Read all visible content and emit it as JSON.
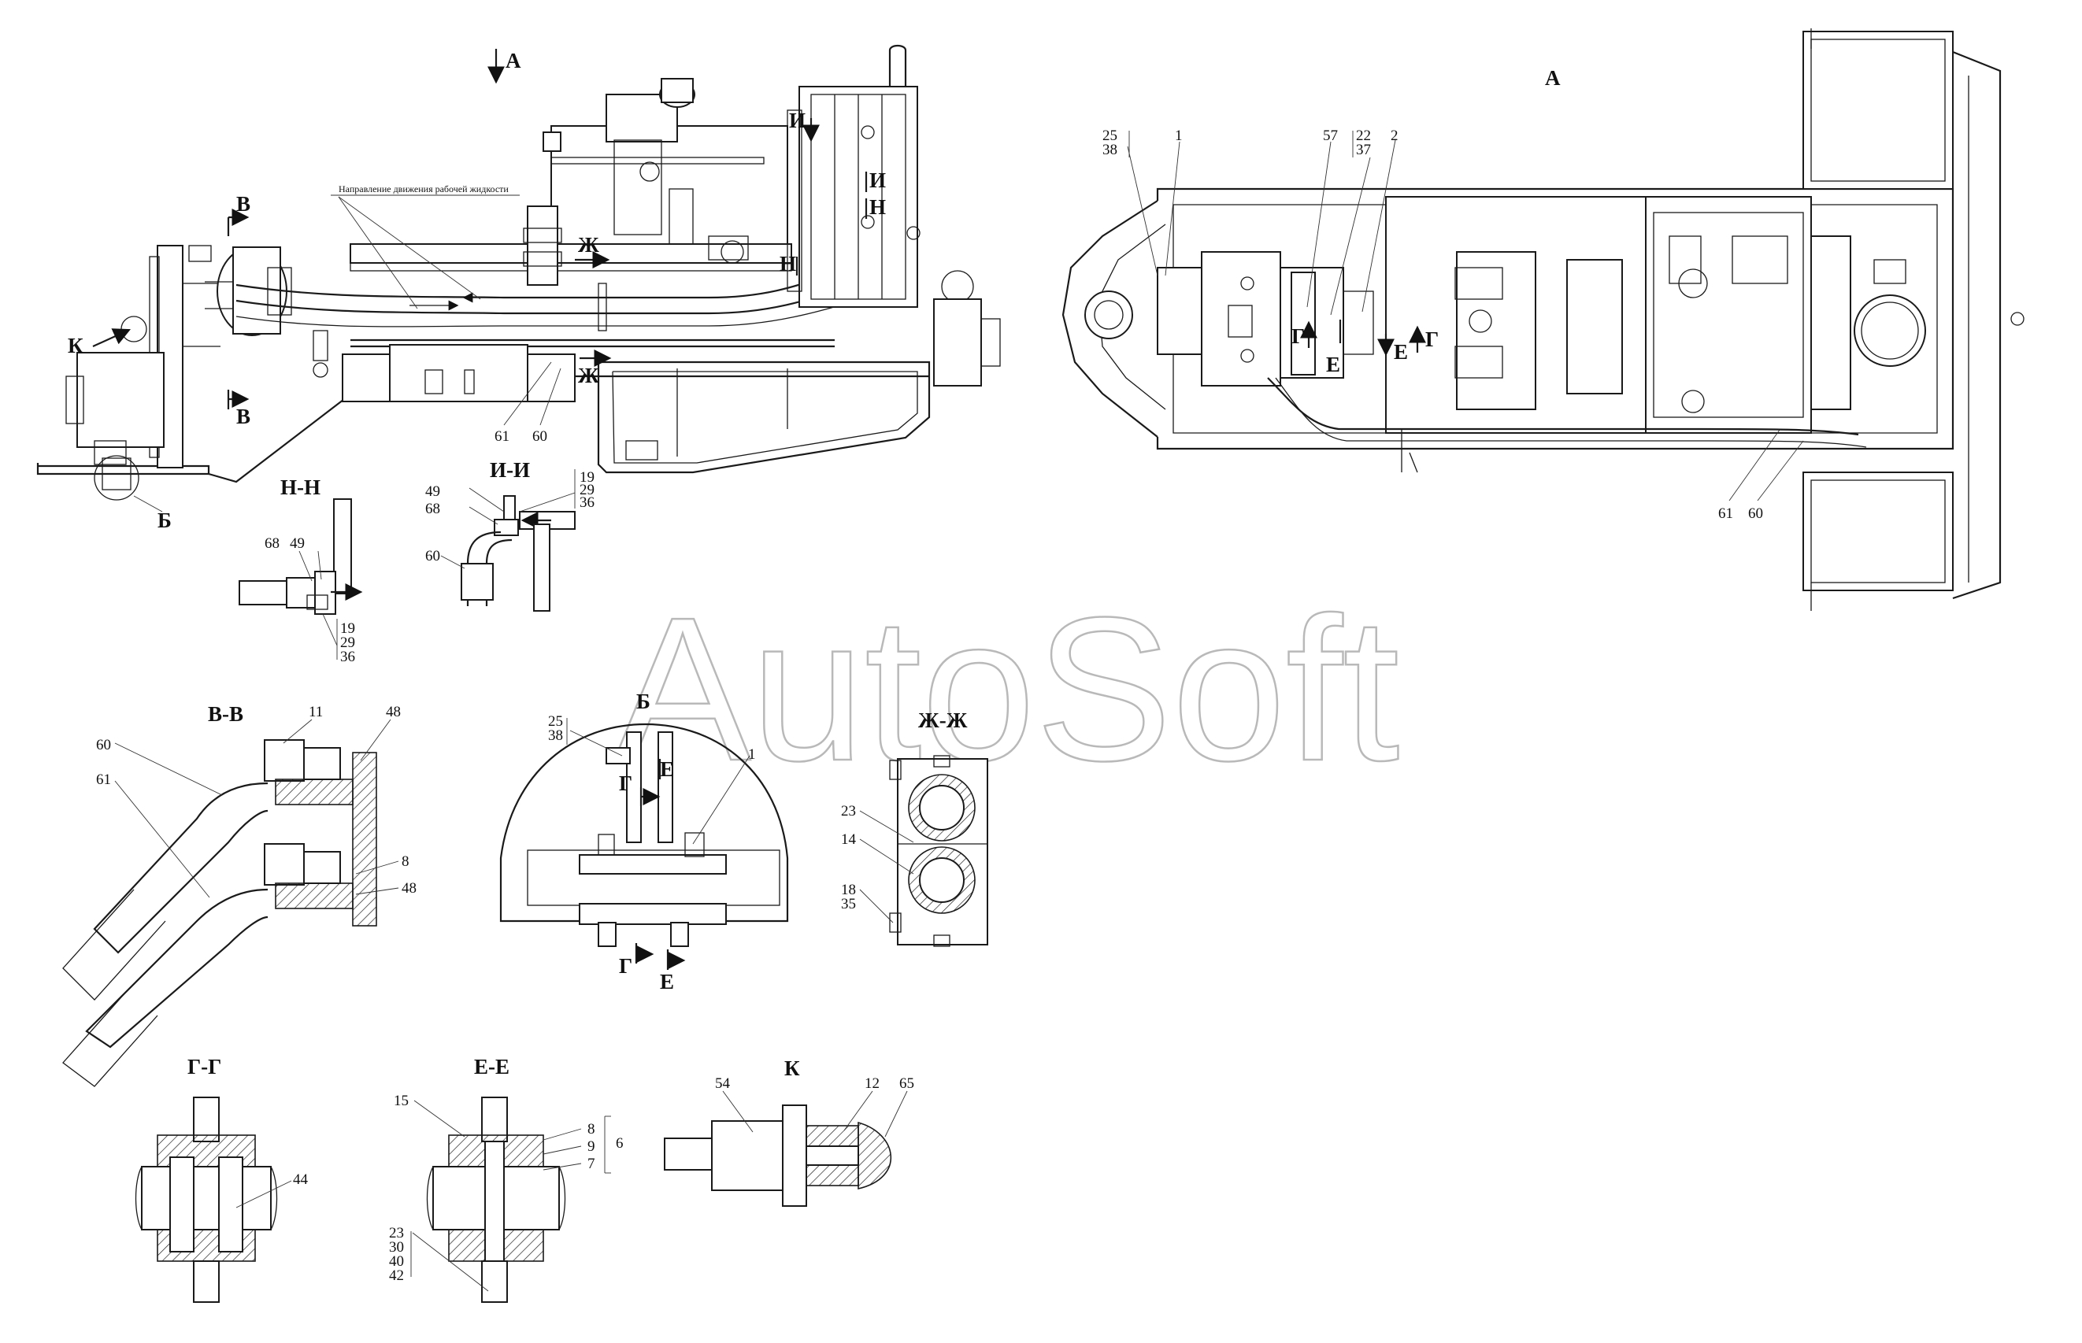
{
  "watermark": "AutoSoft",
  "flow_note": "Направление движения рабочей жидкости",
  "views": {
    "main_top": "А",
    "right_view": "А",
    "section_hh": "Н-Н",
    "section_ii": "И-И",
    "section_vv": "В-В",
    "detail_b": "Б",
    "section_zhzh": "Ж-Ж",
    "section_gg": "Г-Г",
    "section_ee": "Е-Е",
    "view_k": "К"
  },
  "markers": {
    "v": "В",
    "k": "К",
    "b": "Б",
    "zh": "Ж",
    "i": "И",
    "n": "Н",
    "g": "Г",
    "e": "Е"
  },
  "labels": {
    "n61": "61",
    "n60": "60",
    "r25_38a": "25",
    "r25_38b": "38",
    "r1": "1",
    "r57": "57",
    "r22": "22",
    "r37": "37",
    "r2": "2",
    "r61": "61",
    "r60": "60",
    "hh68": "68",
    "hh49": "49",
    "hh19": "19",
    "hh29": "29",
    "hh36": "36",
    "ii49": "49",
    "ii68": "68",
    "ii60": "60",
    "ii19": "19",
    "ii29": "29",
    "ii36": "36",
    "vv60": "60",
    "vv61": "61",
    "vv11": "11",
    "vv48a": "48",
    "vv8": "8",
    "vv48b": "48",
    "b25": "25",
    "b38": "38",
    "b1": "1",
    "zh23": "23",
    "zh14": "14",
    "zh18": "18",
    "zh35": "35",
    "gg44": "44",
    "ee15": "15",
    "ee8": "8",
    "ee9": "9",
    "ee7": "7",
    "ee6": "6",
    "ee23": "23",
    "ee30": "30",
    "ee40": "40",
    "ee42": "42",
    "k54": "54",
    "k12": "12",
    "k65": "65"
  }
}
